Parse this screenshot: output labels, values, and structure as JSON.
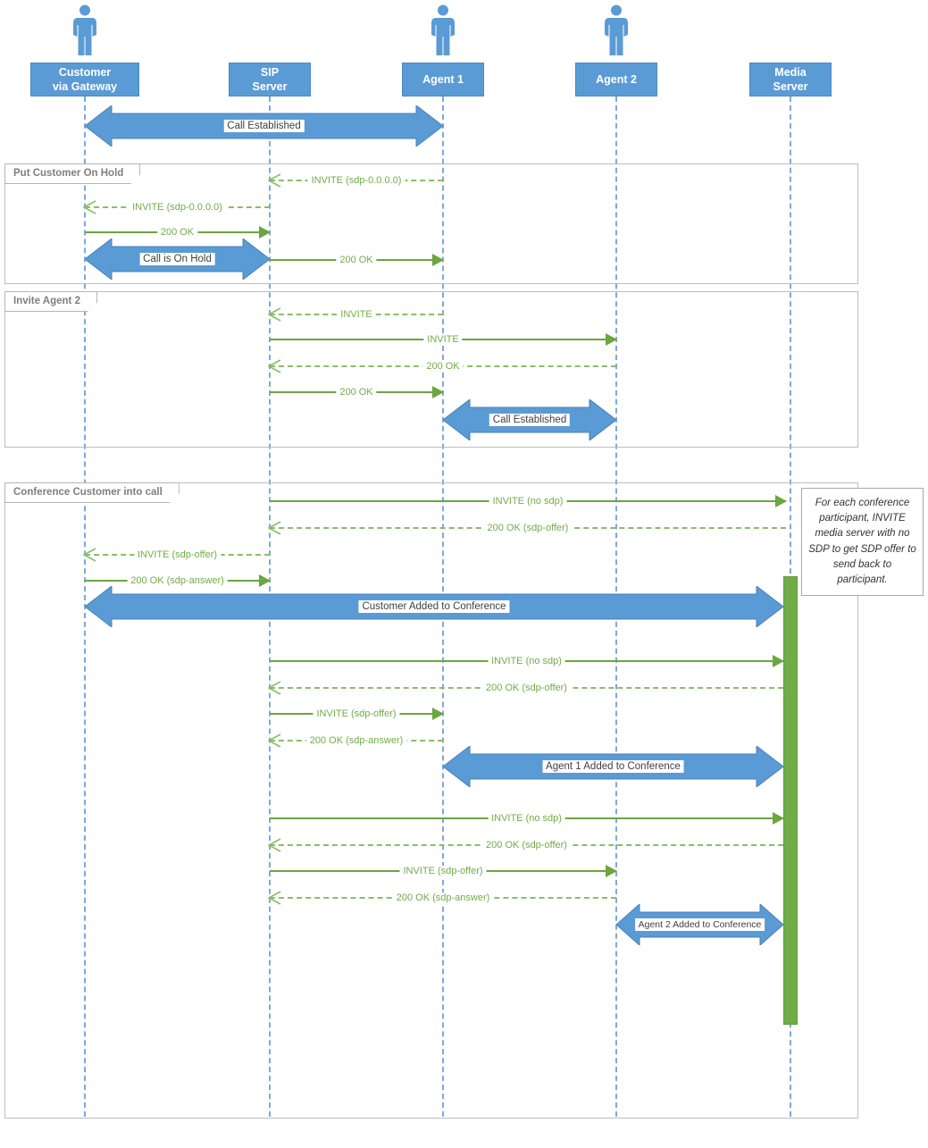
{
  "colors": {
    "lane_blue": "#5B9BD5",
    "message_green": "#70AD47",
    "frame_border": "#BDBDBD",
    "arrow_label_text": "#3F3F3F",
    "frame_label_text": "#7F7F7F"
  },
  "lanes": [
    {
      "label": "Customer\nvia Gateway",
      "actor": true
    },
    {
      "label": "SIP\nServer",
      "actor": false
    },
    {
      "label": "Agent 1",
      "actor": true
    },
    {
      "label": "Agent 2",
      "actor": true
    },
    {
      "label": "Media\nServer",
      "actor": false
    }
  ],
  "frames": [
    {
      "label": "Put Customer On Hold"
    },
    {
      "label": "Invite Agent 2"
    },
    {
      "label": "Conference Customer into call"
    }
  ],
  "span_arrows": [
    {
      "label": "Call Established",
      "between": [
        "Customer via Gateway",
        "Agent 1"
      ],
      "frame": null
    },
    {
      "label": "Call is On Hold",
      "between": [
        "Customer via Gateway",
        "SIP Server"
      ],
      "frame": "Put Customer On Hold"
    },
    {
      "label": "Call Established",
      "between": [
        "Agent 1",
        "Agent 2"
      ],
      "frame": "Invite Agent 2"
    },
    {
      "label": "Customer Added to Conference",
      "between": [
        "Customer via Gateway",
        "Media Server"
      ],
      "frame": "Conference Customer into call"
    },
    {
      "label": "Agent 1 Added to Conference",
      "between": [
        "Agent 1",
        "Media Server"
      ],
      "frame": "Conference Customer into call"
    },
    {
      "label": "Agent 2 Added to Conference",
      "between": [
        "Agent 2",
        "Media Server"
      ],
      "frame": "Conference Customer into call"
    }
  ],
  "messages": [
    {
      "label": "INVITE (sdp-0.0.0.0)",
      "from": "Agent 1",
      "to": "SIP Server",
      "style": "dashed",
      "frame": "Put Customer On Hold"
    },
    {
      "label": "INVITE (sdp-0.0.0.0)",
      "from": "SIP Server",
      "to": "Customer via Gateway",
      "style": "dashed",
      "frame": "Put Customer On Hold"
    },
    {
      "label": "200 OK",
      "from": "Customer via Gateway",
      "to": "SIP Server",
      "style": "solid",
      "frame": "Put Customer On Hold"
    },
    {
      "label": "200 OK",
      "from": "SIP Server",
      "to": "Agent 1",
      "style": "solid",
      "frame": "Put Customer On Hold"
    },
    {
      "label": "INVITE",
      "from": "Agent 1",
      "to": "SIP Server",
      "style": "dashed",
      "frame": "Invite Agent 2"
    },
    {
      "label": "INVITE",
      "from": "SIP Server",
      "to": "Agent 2",
      "style": "solid",
      "frame": "Invite Agent 2"
    },
    {
      "label": "200 OK",
      "from": "Agent 2",
      "to": "SIP Server",
      "style": "dashed",
      "frame": "Invite Agent 2"
    },
    {
      "label": "200 OK",
      "from": "SIP Server",
      "to": "Agent 1",
      "style": "solid",
      "frame": "Invite Agent 2"
    },
    {
      "label": "INVITE (no sdp)",
      "from": "SIP Server",
      "to": "Media Server",
      "style": "solid",
      "frame": "Conference Customer into call"
    },
    {
      "label": "200 OK (sdp-offer)",
      "from": "Media Server",
      "to": "SIP Server",
      "style": "dashed",
      "frame": "Conference Customer into call"
    },
    {
      "label": "INVITE (sdp-offer)",
      "from": "SIP Server",
      "to": "Customer via Gateway",
      "style": "dashed",
      "frame": "Conference Customer into call"
    },
    {
      "label": "200 OK (sdp-answer)",
      "from": "Customer via Gateway",
      "to": "SIP Server",
      "style": "solid",
      "frame": "Conference Customer into call"
    },
    {
      "label": "INVITE (no sdp)",
      "from": "SIP Server",
      "to": "Media Server",
      "style": "solid",
      "frame": "Conference Customer into call"
    },
    {
      "label": "200 OK (sdp-offer)",
      "from": "Media Server",
      "to": "SIP Server",
      "style": "dashed",
      "frame": "Conference Customer into call"
    },
    {
      "label": "INVITE (sdp-offer)",
      "from": "SIP Server",
      "to": "Agent 1",
      "style": "solid",
      "frame": "Conference Customer into call"
    },
    {
      "label": "200 OK (sdp-answer)",
      "from": "Agent 1",
      "to": "SIP Server",
      "style": "dashed",
      "frame": "Conference Customer into call"
    },
    {
      "label": "INVITE (no sdp)",
      "from": "SIP Server",
      "to": "Media Server",
      "style": "solid",
      "frame": "Conference Customer into call"
    },
    {
      "label": "200 OK (sdp-offer)",
      "from": "Media Server",
      "to": "SIP Server",
      "style": "dashed",
      "frame": "Conference Customer into call"
    },
    {
      "label": "INVITE (sdp-offer)",
      "from": "SIP Server",
      "to": "Agent 2",
      "style": "solid",
      "frame": "Conference Customer into call"
    },
    {
      "label": "200 OK (sdp-answer)",
      "from": "Agent 2",
      "to": "SIP Server",
      "style": "dashed",
      "frame": "Conference Customer into call"
    }
  ],
  "note": {
    "text": "For each conference participant, INVITE media server with no SDP to get SDP offer to send back to participant."
  }
}
